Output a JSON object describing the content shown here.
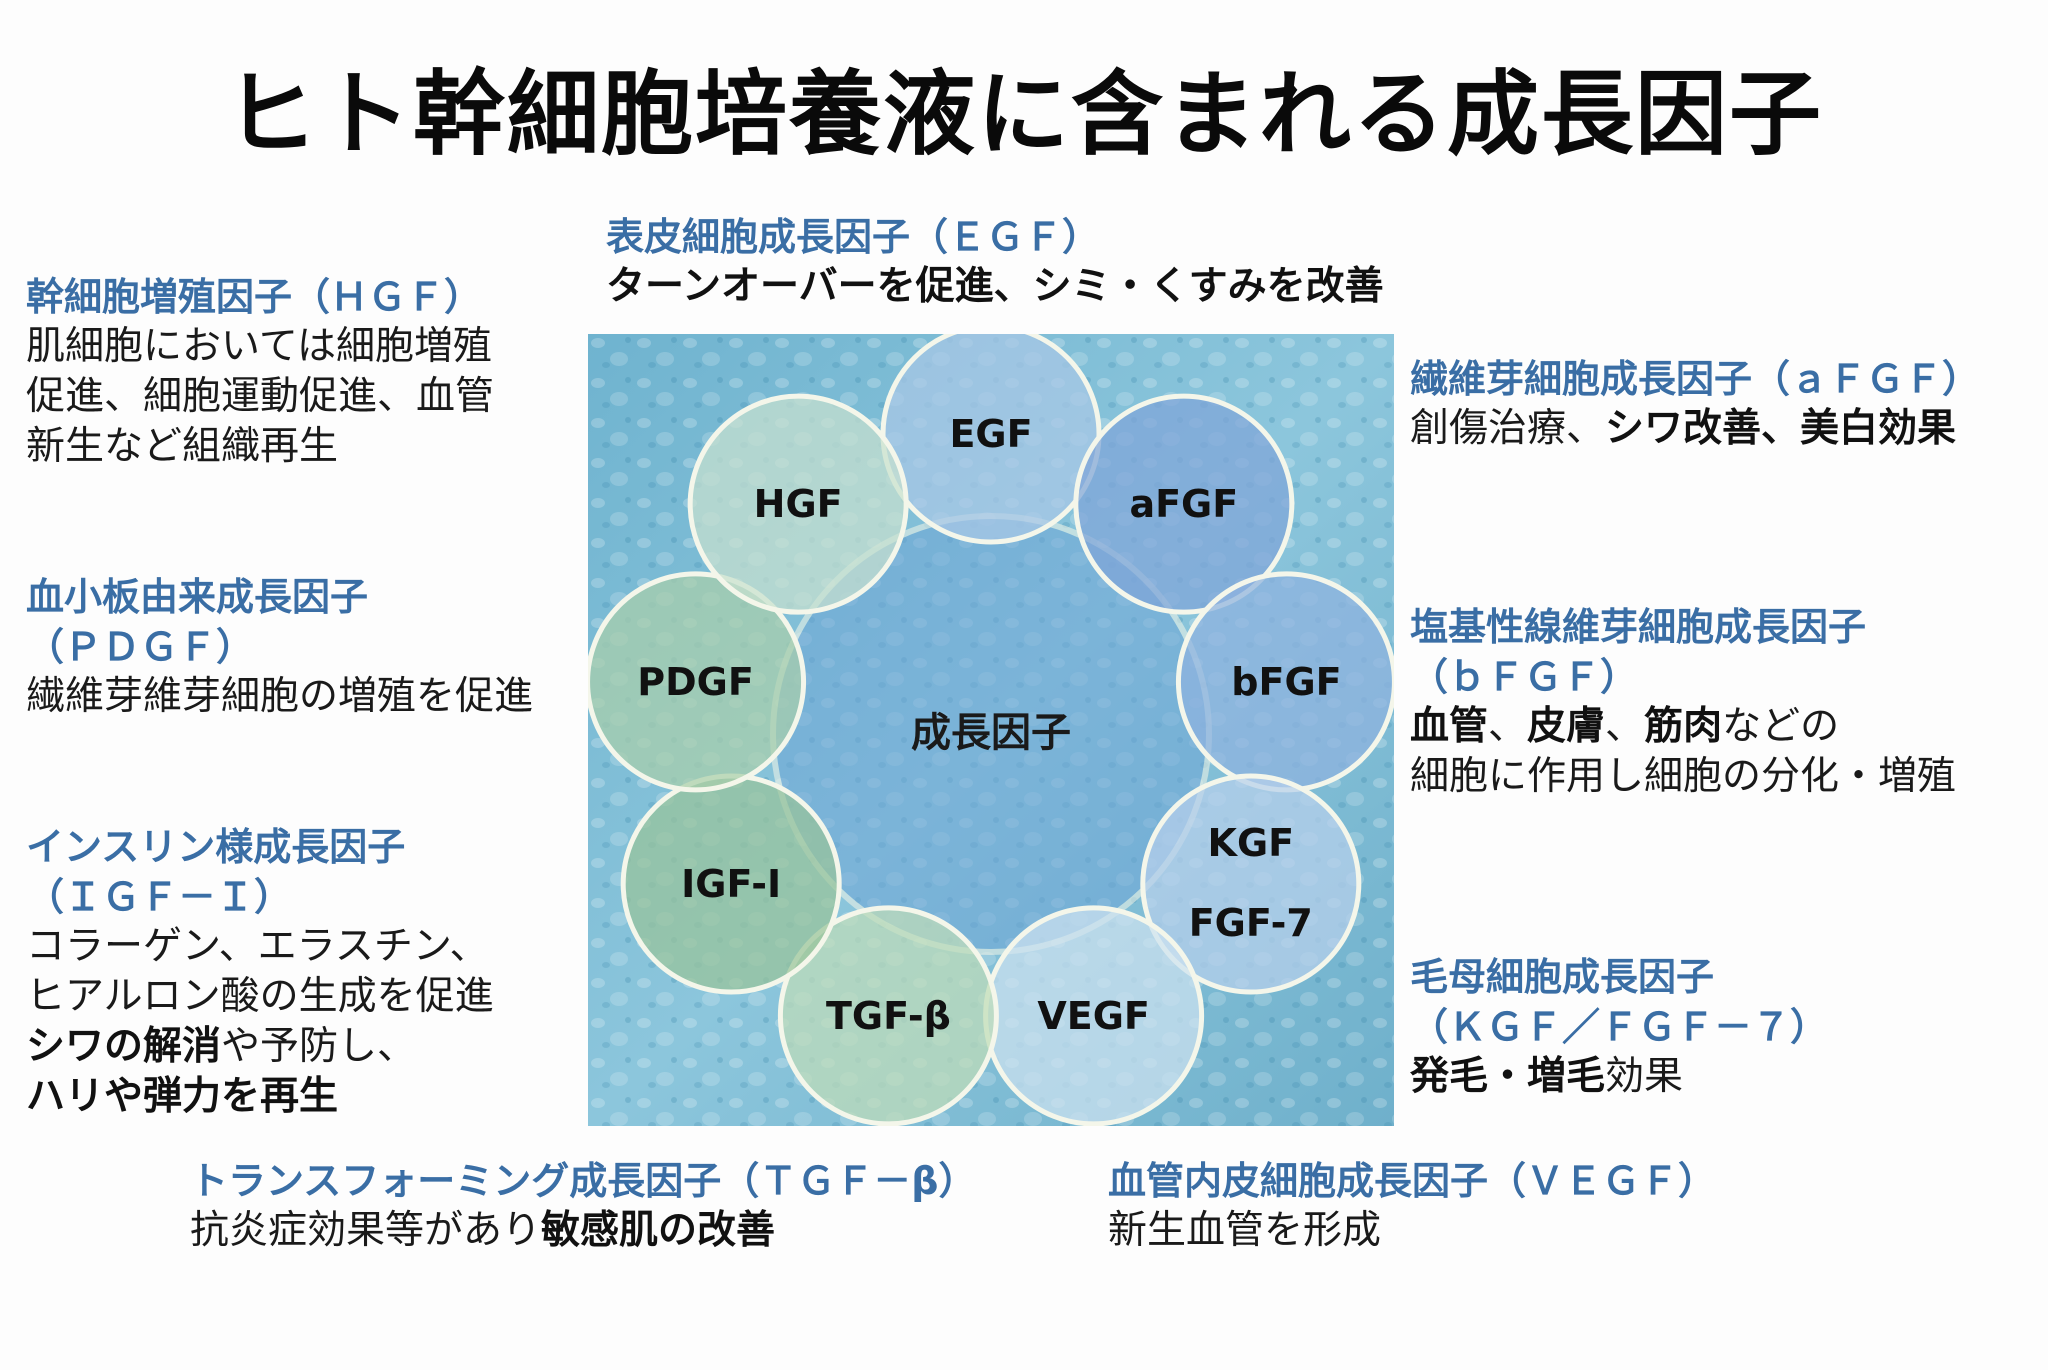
{
  "title": "ヒト幹細胞培養液に含まれる成長因子",
  "center_label": "成長因子",
  "circles": [
    {
      "label": "EGF",
      "color": "#a9c8e6"
    },
    {
      "label": "aFGF",
      "color": "#7fa5d8"
    },
    {
      "label": "bFGF",
      "color": "#8fb3df"
    },
    {
      "label": "KGF",
      "label2": "FGF-7",
      "color": "#b7d0ec"
    },
    {
      "label": "VEGF",
      "color": "#cde2f0"
    },
    {
      "label": "TGF-β",
      "color": "#bfdcb8"
    },
    {
      "label": "IGF-I",
      "color": "#98c49a"
    },
    {
      "label": "PDGF",
      "color": "#a9ceaa"
    },
    {
      "label": "HGF",
      "color": "#c8e0cf"
    }
  ],
  "descriptions": {
    "hgf": {
      "heading": "幹細胞増殖因子（ＨＧＦ）",
      "lines": [
        "肌細胞においては細胞増殖",
        "促進、細胞運動促進、血管",
        "新生など組織再生"
      ]
    },
    "pdgf": {
      "heading1": "血小板由来成長因子",
      "heading2": "（ＰＤＧＦ）",
      "line": "繊維芽維芽細胞の増殖を促進"
    },
    "igf": {
      "heading1": "インスリン様成長因子",
      "heading2": "（ＩＧＦ－Ｉ）",
      "line1": "コラーゲン、エラスチン、",
      "line2": "ヒアルロン酸の生成を促進",
      "line3_bold": "シワの解消",
      "line3_rest": "や予防し、",
      "line4_bold": "ハリや弾力を再生"
    },
    "egf": {
      "heading": "表皮細胞成長因子（ＥＧＦ）",
      "line_bold": "ターンオーバーを促進、シミ・くすみを改善"
    },
    "afgf": {
      "heading": "繊維芽細胞成長因子（ａＦＧＦ）",
      "line_normal": "創傷治療、",
      "line_bold": "シワ改善、美白効果"
    },
    "bfgf": {
      "heading1": "塩基性線維芽細胞成長因子",
      "heading2": "（ｂＦＧＦ）",
      "b1": "血管",
      "s1": "、",
      "b2": "皮膚",
      "s2": "、",
      "b3": "筋肉",
      "s3": "などの",
      "line2": "細胞に作用し細胞の分化・増殖"
    },
    "kgf": {
      "heading1": "毛母細胞成長因子",
      "heading2": "（ＫＧＦ／ＦＧＦ－７）",
      "line_bold": "発毛・増毛",
      "line_rest": "効果"
    },
    "tgf": {
      "heading": "トランスフォーミング成長因子（ＴＧＦ－β）",
      "line_normal": "抗炎症効果等があり",
      "line_bold": "敏感肌の改善"
    },
    "vegf": {
      "heading": "血管内皮細胞成長因子（ＶＥＧＦ）",
      "line": "新生血管を形成"
    }
  }
}
